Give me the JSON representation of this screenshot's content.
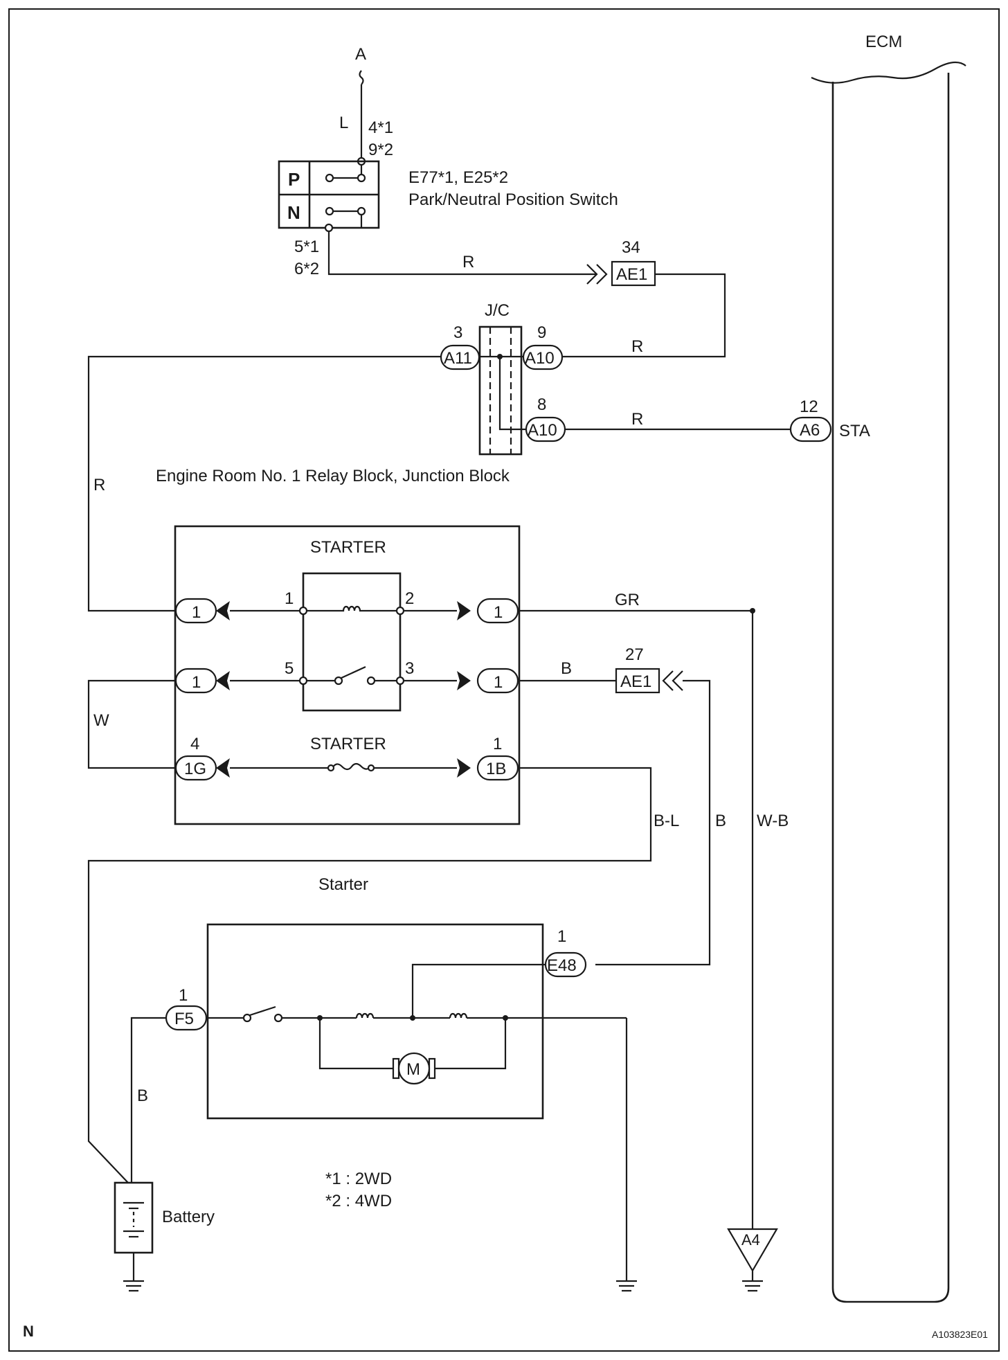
{
  "title": {
    "ecm": "ECM",
    "jc": "J/C",
    "relay_block": "Engine Room No. 1 Relay Block, Junction Block",
    "starter_relay": "STARTER",
    "starter_fuse": "STARTER",
    "starter": "Starter",
    "battery": "Battery",
    "pn_switch_code": "E77*1, E25*2",
    "pn_switch_name": "Park/Neutral Position Switch",
    "north": "N",
    "figure_id": "A103823E01"
  },
  "notes": {
    "n1": "*1 : 2WD",
    "n2": "*2 : 4WD"
  },
  "connectors": {
    "a": "A",
    "pn_p": "P",
    "pn_n": "N",
    "ae1_top": "AE1",
    "ae1_bottom": "AE1",
    "a11": "A11",
    "a10_top": "A10",
    "a10_bottom": "A10",
    "a6": "A6",
    "sta": "STA",
    "r1_left": "1",
    "r1_right": "1",
    "r5_left": "1",
    "r3_right": "1",
    "fuse_left": "1G",
    "fuse_right": "1B",
    "e48": "E48",
    "f5": "F5",
    "a4": "A4",
    "motor": "M"
  },
  "pins": {
    "pn_top1": "4*1",
    "pn_top2": "9*2",
    "pn_bot1": "5*1",
    "pn_bot2": "6*2",
    "ae1_top": "34",
    "a11": "3",
    "a10_top": "9",
    "a10_bottom": "8",
    "a6": "12",
    "relay_1": "1",
    "relay_2": "2",
    "relay_5": "5",
    "relay_3": "3",
    "ae1_bottom": "27",
    "fuse_left": "4",
    "fuse_right": "1",
    "e48": "1",
    "f5": "1"
  },
  "wires": {
    "l": "L",
    "r_pn": "R",
    "r_jc_top": "R",
    "r_jc_bot": "R",
    "r_left": "R",
    "gr": "GR",
    "b_relay": "B",
    "w": "W",
    "bl": "B-L",
    "b_vert": "B",
    "wb": "W-B",
    "b_battery": "B"
  }
}
